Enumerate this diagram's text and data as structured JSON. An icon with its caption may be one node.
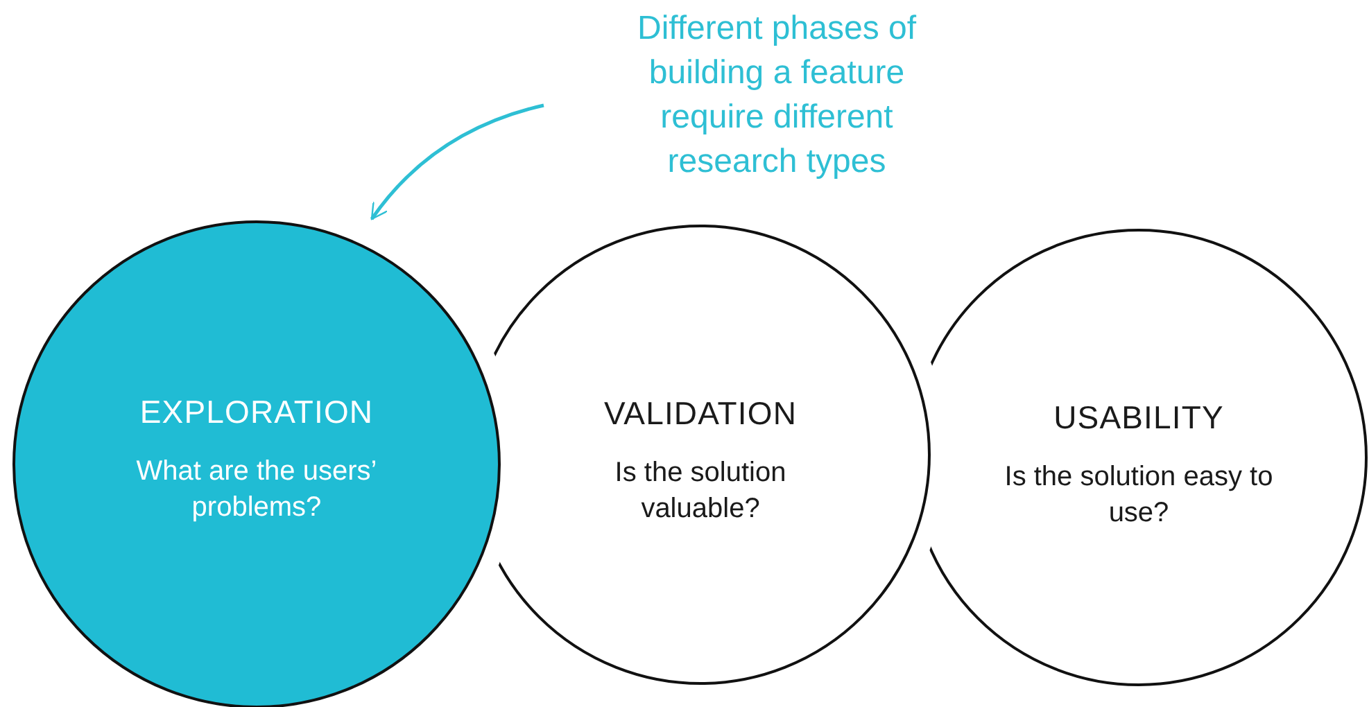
{
  "diagram": {
    "nodes": [
      {
        "text": [
          "Different phases of building a feature require different research types"
        ]
      },
      {
        "text": [
          "EXPLORATION",
          "What are the users’ problems?"
        ]
      },
      {
        "text": [
          "VALIDATION",
          "Is the solution valuable?"
        ]
      },
      {
        "text": [
          "USABILITY",
          "Is the solution easy to use?"
        ]
      }
    ],
    "edges": [
      {
        "from": 0,
        "to": 1,
        "arrow": "to",
        "color": "#2ebfd4"
      }
    ]
  }
}
